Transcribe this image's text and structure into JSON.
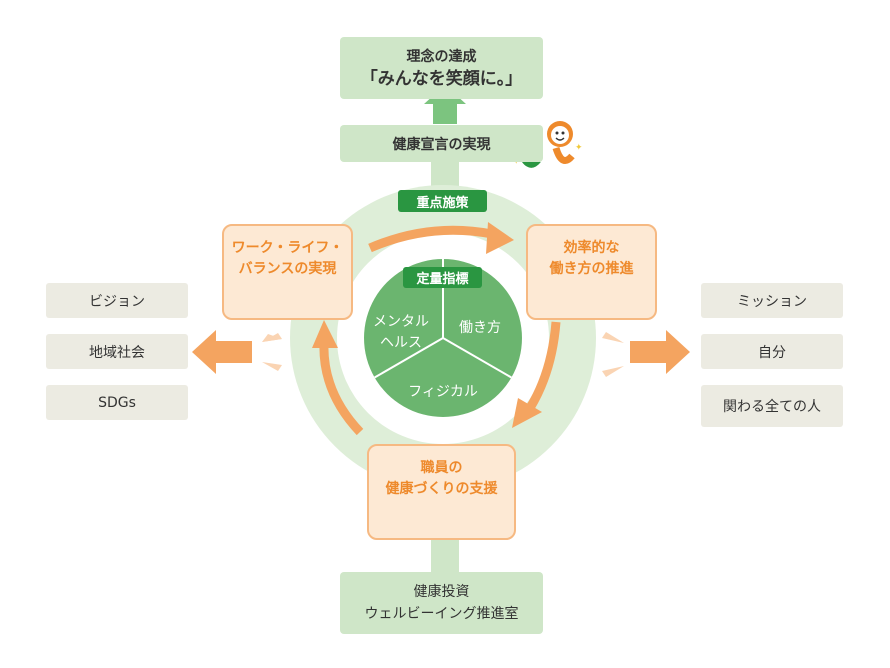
{
  "top": {
    "title_line1": "理念の達成",
    "title_line2": "「みんなを笑顔に。」",
    "declaration": "健康宣言の実現"
  },
  "center": {
    "priority_tag": "重点施策",
    "metrics_tag": "定量指標",
    "segments": {
      "mental_line1": "メンタル",
      "mental_line2": "ヘルス",
      "work_style": "働き方",
      "physical": "フィジカル"
    }
  },
  "measures": {
    "work_life_line1": "ワーク・ライフ・",
    "work_life_line2": "バランスの実現",
    "efficient_line1": "効率的な",
    "efficient_line2": "働き方の推進",
    "support_line1": "職員の",
    "support_line2": "健康づくりの支援"
  },
  "left_items": [
    "ビジョン",
    "地域社会",
    "SDGs"
  ],
  "right_items": [
    "ミッション",
    "自分",
    "関わる全ての人"
  ],
  "bottom": {
    "line1": "健康投資",
    "line2": "ウェルビーイング推進室"
  },
  "colors": {
    "dark_green": "#2a9641",
    "pie_green": "#6bb56f",
    "light_green": "#cfe6c8",
    "ring_green": "#deeed8",
    "orange": "#ee8a2c",
    "orange_fill": "#fde9d4",
    "beige": "#ecebe2"
  }
}
